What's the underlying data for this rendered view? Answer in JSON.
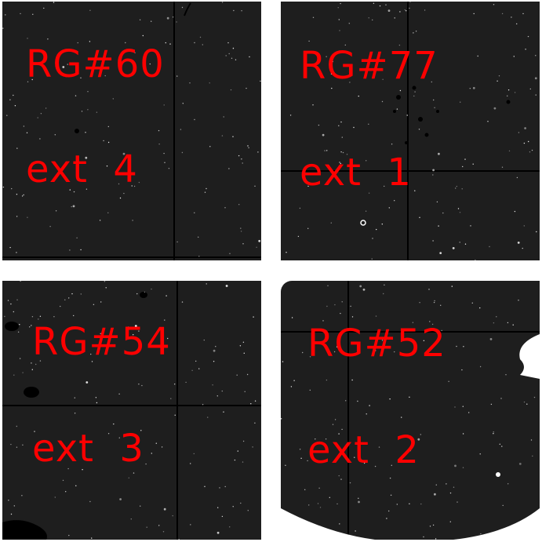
{
  "panels": [
    {
      "id": "tl",
      "name": "RG#60",
      "ext": "ext  4"
    },
    {
      "id": "tr",
      "name": "RG#77",
      "ext": "ext  1"
    },
    {
      "id": "bl",
      "name": "RG#54",
      "ext": "ext  3"
    },
    {
      "id": "br",
      "name": "RG#52",
      "ext": "ext  2"
    }
  ],
  "colors": {
    "label": "#ff0000",
    "sky": "#1e1e1e",
    "gap": "#ffffff"
  }
}
